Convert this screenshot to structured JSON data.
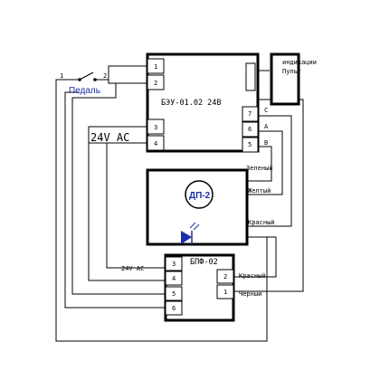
{
  "pedal": {
    "label": "Педаль",
    "pin1": "1",
    "pin2": "2"
  },
  "indication": {
    "line1": "индикации",
    "line2": "Пульт"
  },
  "beu": {
    "title": "БЭУ-01.02 24В",
    "pins_left": [
      "1",
      "2",
      "3",
      "4"
    ],
    "pins_right": [
      "7",
      "6",
      "5"
    ],
    "wire_labels": [
      "C",
      "A",
      "B"
    ]
  },
  "supply_main": {
    "label": "24V AC"
  },
  "dp2": {
    "label": "ДП-2"
  },
  "colors_upper": {
    "green": "Зеленый",
    "yellow": "Желтый",
    "red": "Красный"
  },
  "bpf": {
    "title": "БПФ-02",
    "pins_left": [
      "3",
      "4",
      "5",
      "6"
    ],
    "pins_right": [
      "2",
      "1"
    ],
    "supply_label": "24V AC"
  },
  "colors_lower": {
    "red": "Красный",
    "black": "Черный"
  },
  "colors": {
    "ink": "#000000",
    "blue": "#1c2fa8"
  }
}
